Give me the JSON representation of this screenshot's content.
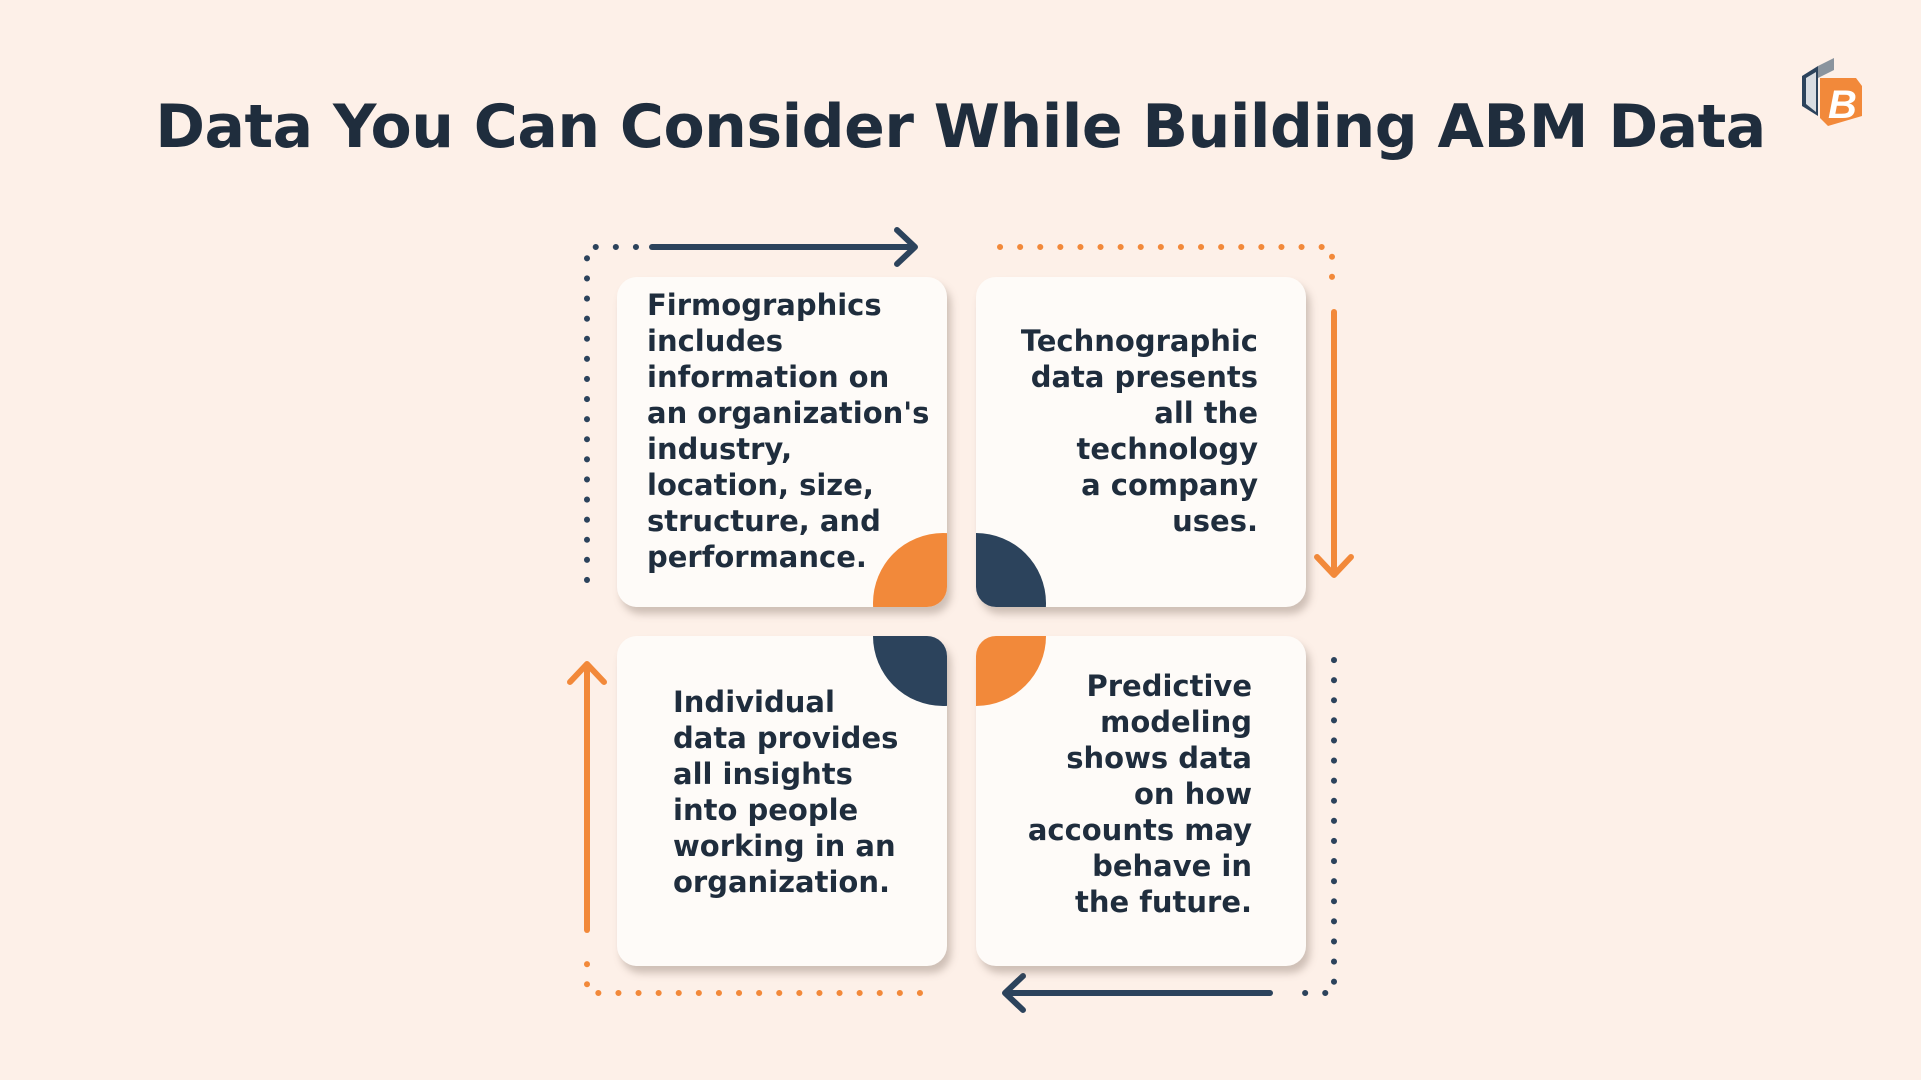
{
  "title": "Data You Can Consider While Building ABM Data",
  "logo": {
    "letter": "B",
    "colors": {
      "orange": "#f2893a",
      "gray": "#8a949e",
      "navy": "#2c435c"
    }
  },
  "colors": {
    "background": "#fdf0e8",
    "card": "#fefbf8",
    "text": "#1f2d3d",
    "navy": "#2c435c",
    "orange": "#f2893a"
  },
  "cards": [
    {
      "id": "firmographics",
      "text": "Firmographics\nincludes\ninformation on\nan organization's\nindustry,\nlocation, size,\nstructure, and\nperformance."
    },
    {
      "id": "technographic",
      "text": "Technographic\ndata presents\nall the\ntechnology\na company\nuses."
    },
    {
      "id": "individual",
      "text": "Individual\ndata provides\nall insights\ninto people\nworking in an\norganization."
    },
    {
      "id": "predictive",
      "text": "Predictive\nmodeling\nshows data\non how\naccounts may\nbehave in\nthe future."
    }
  ]
}
